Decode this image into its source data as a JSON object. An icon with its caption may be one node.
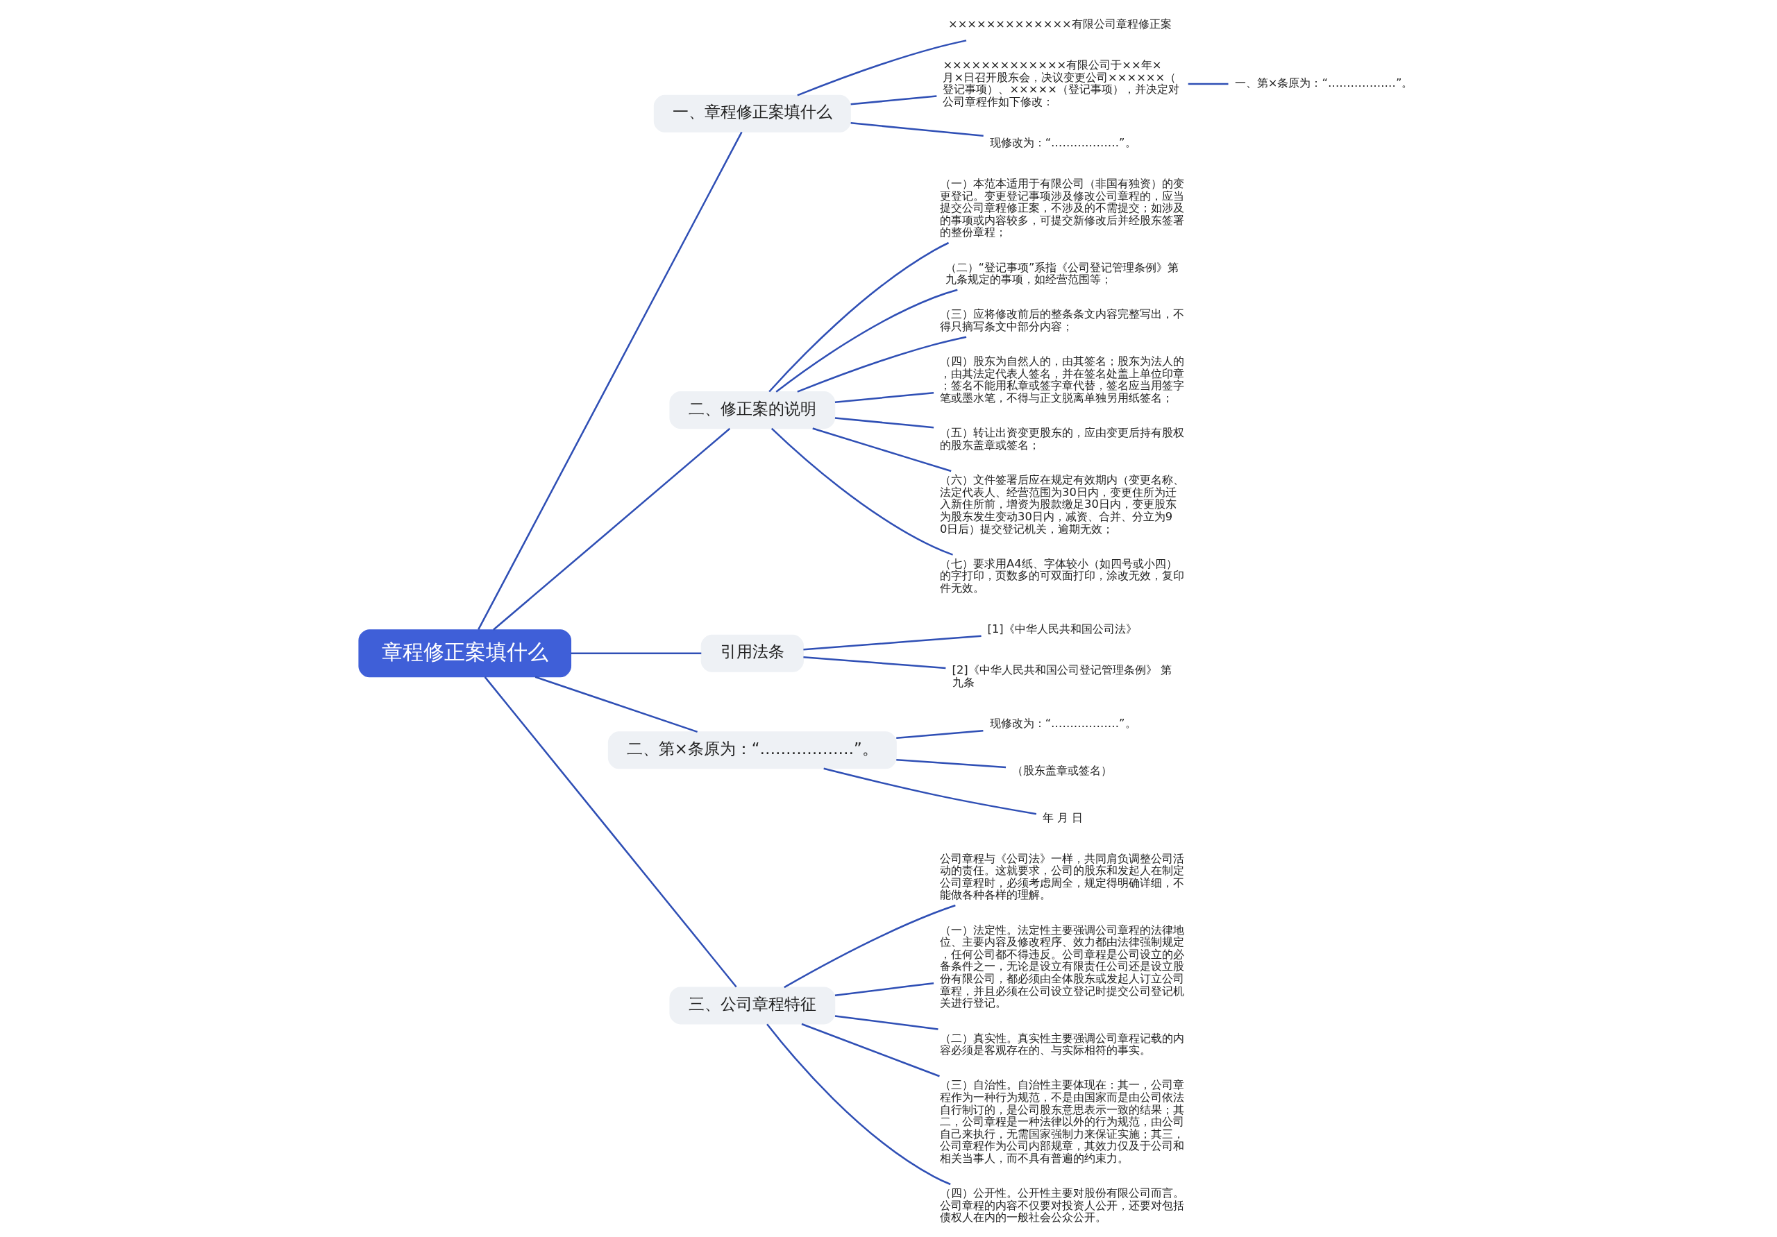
{
  "diagram": {
    "nodes": [
      {
        "text": [
          "章程修正案填什么"
        ]
      },
      {
        "text": [
          "一、章程修正案填什么"
        ]
      },
      {
        "text": [
          "×××××××××××××有限公司章程修正案"
        ]
      },
      {
        "text": [
          "×××××××××××××有限公司于××年×月×日召开股东会，决议变更公司××××××（登记事项）、×××××（登记事项），并决定对公司章程作如下修改："
        ]
      },
      {
        "text": [
          "一、第×条原为：“………………”。"
        ]
      },
      {
        "text": [
          "现修改为：“………………”。"
        ]
      },
      {
        "text": [
          "二、修正案的说明"
        ]
      },
      {
        "text": [
          "（一）本范本适用于有限公司（非国有独资）的变更登记。变更登记事项涉及修改公司章程的，应当提交公司章程修正案，不涉及的不需提交；如涉及的事项或内容较多，可提交新修改后并经股东签署的整份章程；"
        ]
      },
      {
        "text": [
          "（二）“登记事项”系指《公司登记管理条例》第九条规定的事项，如经营范围等；"
        ]
      },
      {
        "text": [
          "（三）应将修改前后的整条条文内容完整写出，不得只摘写条文中部分内容；"
        ]
      },
      {
        "text": [
          "（四）股东为自然人的，由其签名；股东为法人的，由其法定代表人签名，并在签名处盖上单位印章；签名不能用私章或签字章代替，签名应当用签字笔或墨水笔，不得与正文脱离单独另用纸签名；"
        ]
      },
      {
        "text": [
          "（五）转让出资变更股东的，应由变更后持有股权的股东盖章或签名；"
        ]
      },
      {
        "text": [
          "（六）文件签署后应在规定有效期内（变更名称、法定代表人、经营范围为30日内，变更住所为迁入新住所前，增资为股款缴足30日内，变更股东为股东发生变动30日内，减资、合并、分立为90日后）提交登记机关，逾期无效；"
        ]
      },
      {
        "text": [
          "（七）要求用A4纸、字体较小（如四号或小四）的字打印，页数多的可双面打印，涂改无效，复印件无效。"
        ]
      },
      {
        "text": [
          "引用法条"
        ]
      },
      {
        "text": [
          "[1]《中华人民共和国公司法》"
        ]
      },
      {
        "text": [
          "[2]《中华人民共和国公司登记管理条例》 第九条"
        ]
      },
      {
        "text": [
          "二、第×条原为：“………………”。"
        ]
      },
      {
        "text": [
          "现修改为：“………………”。"
        ]
      },
      {
        "text": [
          "（股东盖章或签名）"
        ]
      },
      {
        "text": [
          "年 月 日"
        ]
      },
      {
        "text": [
          "三、公司章程特征"
        ]
      },
      {
        "text": [
          "公司章程与《公司法》一样，共同肩负调整公司活动的责任。这就要求，公司的股东和发起人在制定公司章程时，必须考虑周全，规定得明确详细，不能做各种各样的理解。"
        ]
      },
      {
        "text": [
          "（一）法定性。法定性主要强调公司章程的法律地位、主要内容及修改程序、效力都由法律强制规定，任何公司都不得违反。公司章程是公司设立的必备条件之一，无论是设立有限责任公司还是设立股份有限公司，都必须由全体股东或发起人订立公司章程，并且必须在公司设立登记时提交公司登记机关进行登记。"
        ]
      },
      {
        "text": [
          "（二）真实性。真实性主要强调公司章程记载的内容必须是客观存在的、与实际相符的事实。"
        ]
      },
      {
        "text": [
          "（三）自治性。自治性主要体现在：其一，公司章程作为一种行为规范，不是由国家而是由公司依法自行制订的，是公司股东意思表示一致的结果；其二，公司章程是一种法律以外的行为规范，由公司自己来执行，无需国家强制力来保证实施；其三，公司章程作为公司内部规章，其效力仅及于公司和相关当事人，而不具有普遍的约束力。"
        ]
      },
      {
        "text": [
          "（四）公开性。公开性主要对股份有限公司而言。公司章程的内容不仅要对投资人公开，还要对包括债权人在内的一般社会公众公开。"
        ]
      }
    ],
    "edges": [
      {
        "from": 0,
        "to": 1,
        "arrow": "none"
      },
      {
        "from": 1,
        "to": 2,
        "arrow": "none"
      },
      {
        "from": 1,
        "to": 3,
        "arrow": "none"
      },
      {
        "from": 3,
        "to": 4,
        "arrow": "none"
      },
      {
        "from": 1,
        "to": 5,
        "arrow": "none"
      },
      {
        "from": 0,
        "to": 6,
        "arrow": "none"
      },
      {
        "from": 6,
        "to": 7,
        "arrow": "none"
      },
      {
        "from": 6,
        "to": 8,
        "arrow": "none"
      },
      {
        "from": 6,
        "to": 9,
        "arrow": "none"
      },
      {
        "from": 6,
        "to": 10,
        "arrow": "none"
      },
      {
        "from": 6,
        "to": 11,
        "arrow": "none"
      },
      {
        "from": 6,
        "to": 12,
        "arrow": "none"
      },
      {
        "from": 6,
        "to": 13,
        "arrow": "none"
      },
      {
        "from": 0,
        "to": 14,
        "arrow": "none"
      },
      {
        "from": 14,
        "to": 15,
        "arrow": "none"
      },
      {
        "from": 14,
        "to": 16,
        "arrow": "none"
      },
      {
        "from": 0,
        "to": 17,
        "arrow": "none"
      },
      {
        "from": 17,
        "to": 18,
        "arrow": "none"
      },
      {
        "from": 17,
        "to": 19,
        "arrow": "none"
      },
      {
        "from": 17,
        "to": 20,
        "arrow": "none"
      },
      {
        "from": 0,
        "to": 21,
        "arrow": "none"
      },
      {
        "from": 21,
        "to": 22,
        "arrow": "none"
      },
      {
        "from": 21,
        "to": 23,
        "arrow": "none"
      },
      {
        "from": 21,
        "to": 24,
        "arrow": "none"
      },
      {
        "from": 21,
        "to": 25,
        "arrow": "none"
      },
      {
        "from": 21,
        "to": 26,
        "arrow": "none"
      }
    ]
  }
}
